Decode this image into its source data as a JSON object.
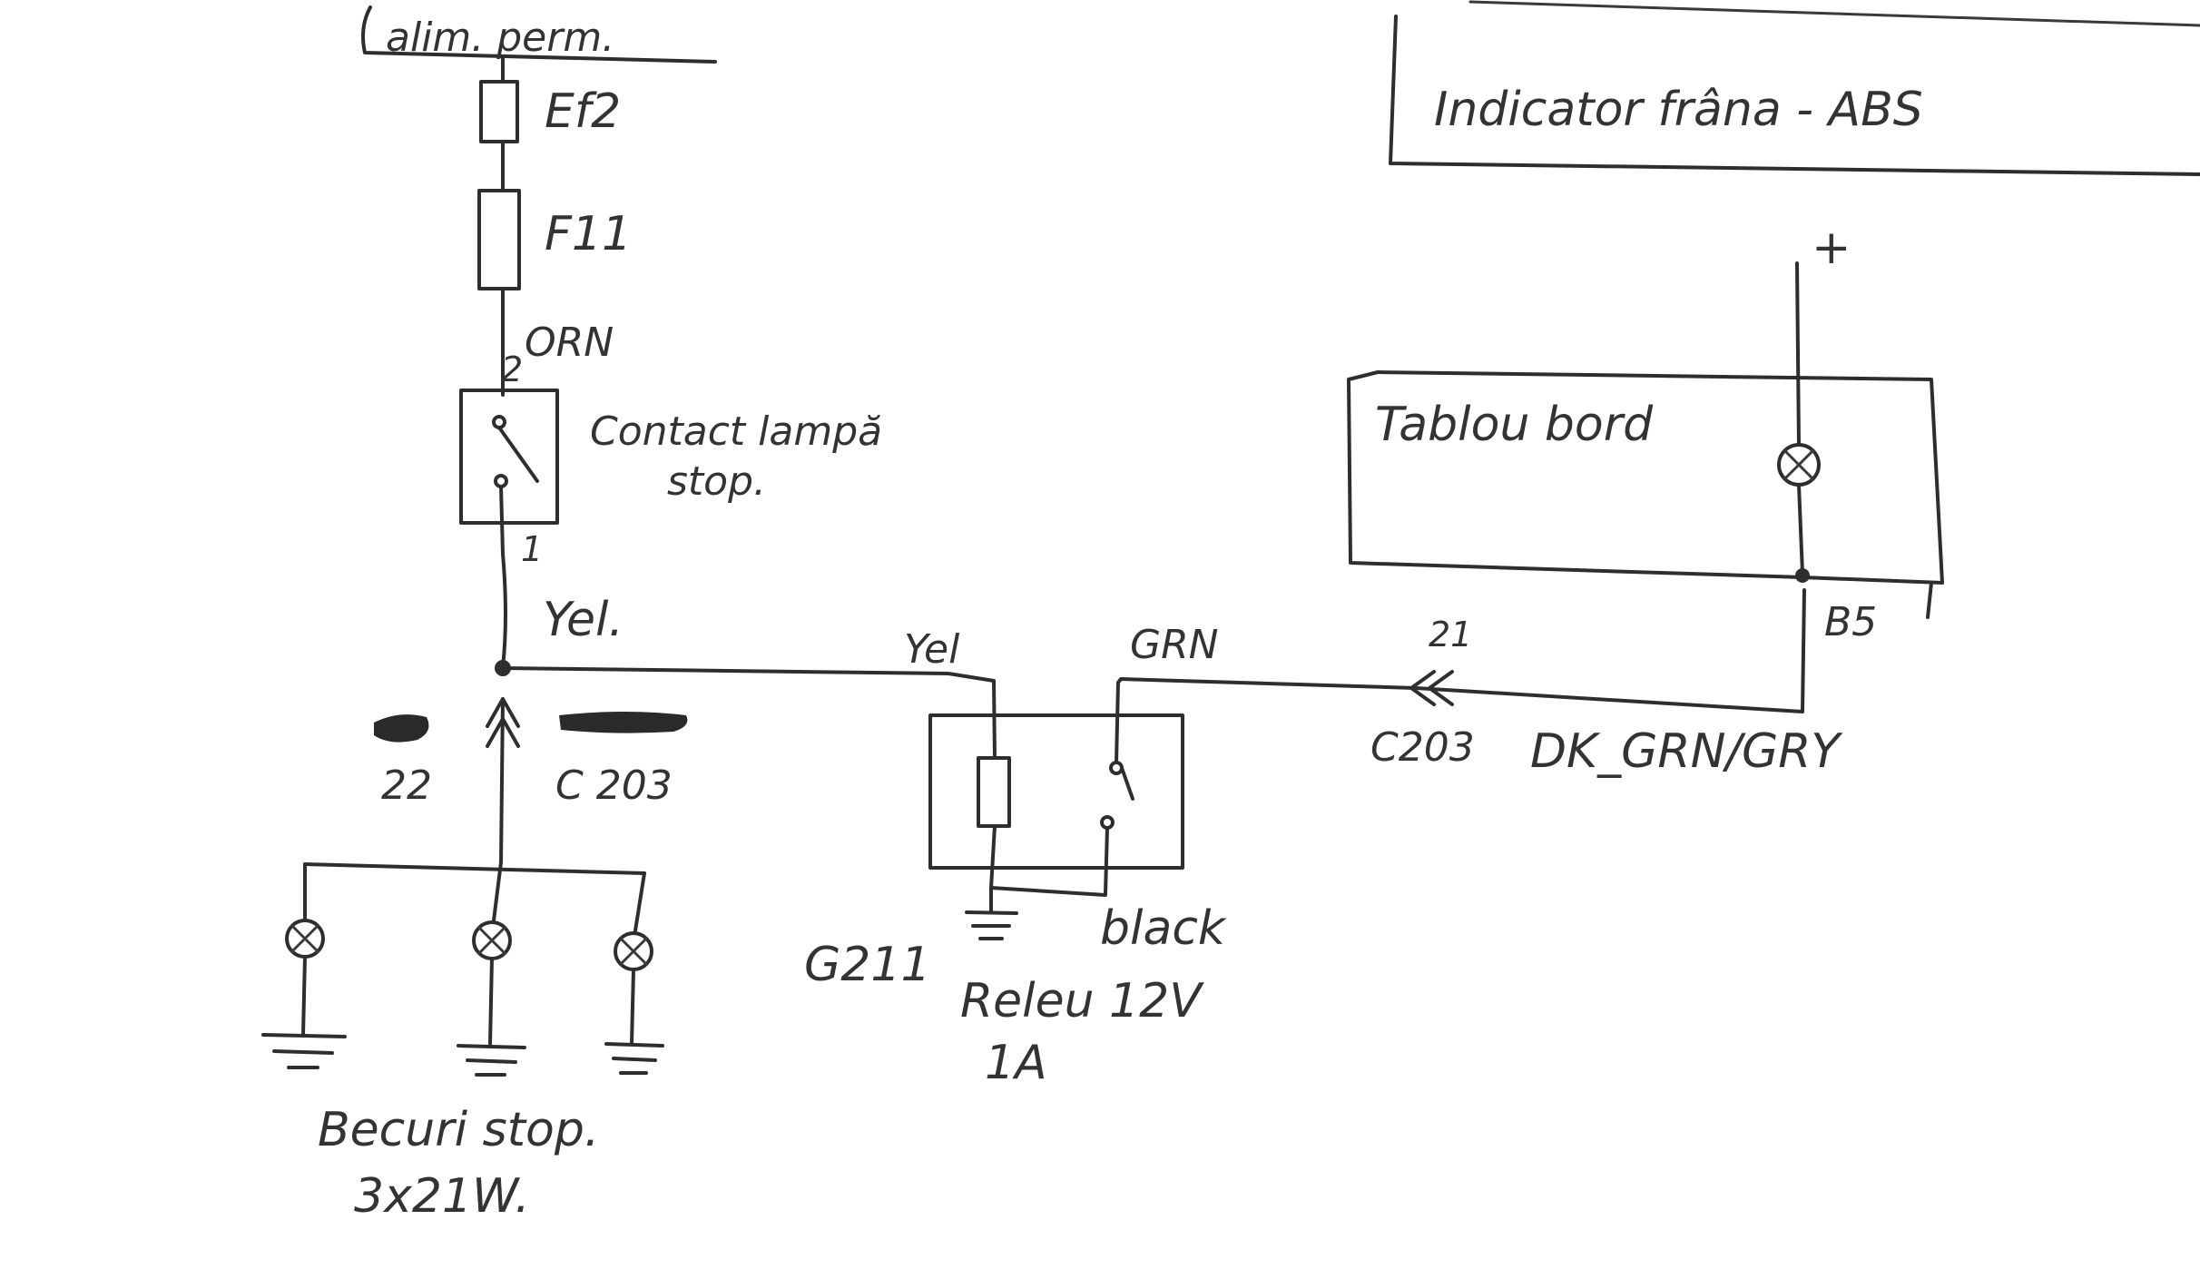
{
  "title": "Indicator frâna - ABS",
  "labels": {
    "supply": "alim. perm.",
    "fuse1": "Ef2",
    "fuse2": "F11",
    "wire_orange": "ORN",
    "pin2": "2",
    "stop_switch_line1": "Contact lampă",
    "stop_switch_line2": "stop.",
    "pin1": "1",
    "wire_yellow_main": "Yel.",
    "connector_pin_22": "22",
    "connector_c203_left": "C 203",
    "wire_yellow_relay": "Yel",
    "wire_green_relay": "GRN",
    "connector_pin_21": "21",
    "connector_c203_right": "C203",
    "wire_dk_grn_gry": "DK_GRN/GRY",
    "ground_g211": "G211",
    "wire_black": "black",
    "relay_line1": "Releu 12V",
    "relay_line2": "1A",
    "dashboard": "Tablou bord",
    "pin_b5": "B5",
    "plus": "+",
    "lamps_line1": "Becuri stop.",
    "lamps_line2": "3x21W."
  }
}
